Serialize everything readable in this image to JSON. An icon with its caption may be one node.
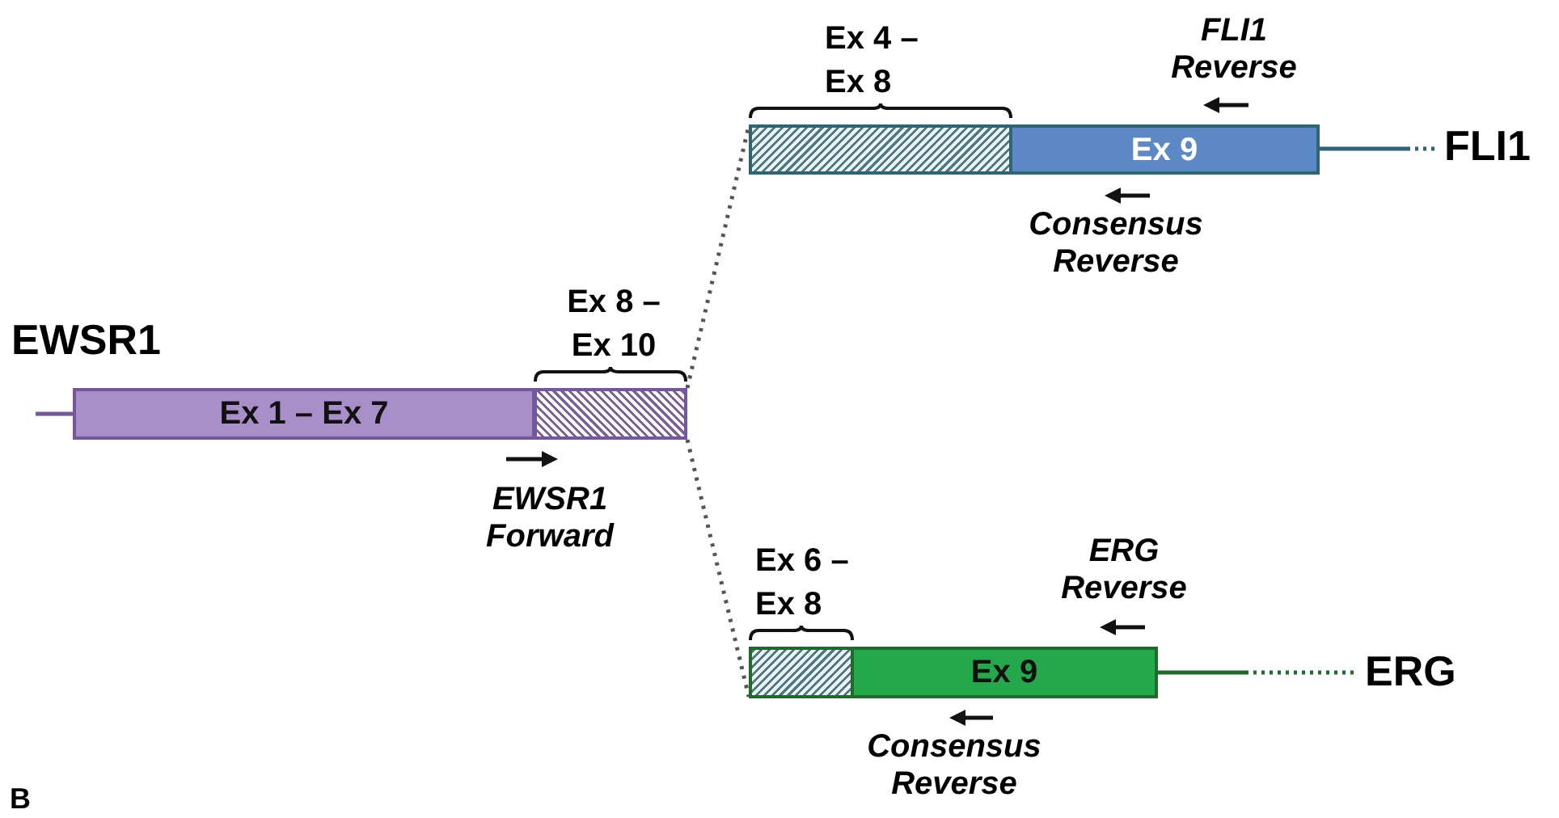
{
  "diagram": {
    "nodes": [
      {
        "text": [
          "Ex 1 – Ex 7"
        ]
      },
      {
        "text": [
          "Ex 8 – Ex 10"
        ]
      },
      {
        "text": [
          "Ex 4 – Ex 8"
        ]
      },
      {
        "text": [
          "Ex 9"
        ]
      },
      {
        "text": [
          "Ex 6 – Ex 8"
        ]
      },
      {
        "text": [
          "Ex 9"
        ]
      }
    ],
    "edges": [
      {
        "from": 1,
        "to": 2,
        "arrow": "none",
        "style": "dashed"
      },
      {
        "from": 1,
        "to": 4,
        "arrow": "none",
        "style": "dashed"
      }
    ],
    "labels": [
      "FLI1 Reverse",
      "FLI1",
      "Consensus Reverse",
      "EWSR1",
      "EWSR1 Forward",
      "ERG Reverse",
      "ERG",
      "Consensus Reverse",
      "B"
    ]
  }
}
